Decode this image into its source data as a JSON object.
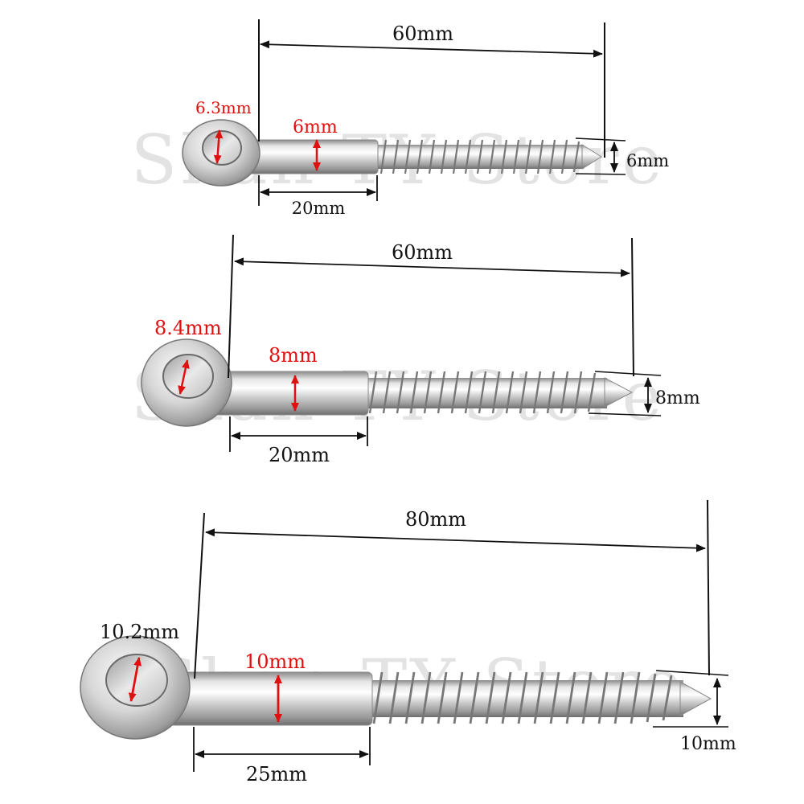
{
  "watermark": "Shan TY Store",
  "colors": {
    "annotation_red": "#e01010",
    "annotation_black": "#111111",
    "watermark": "#e3e3e3",
    "metal_light": "#f2f2f2",
    "metal_mid": "#c4c4c4",
    "metal_dark": "#7d7d7d"
  },
  "screws": [
    {
      "total_length": "60mm",
      "eye_hole": "6.3mm",
      "shank_diameter": "6mm",
      "shank_length": "20mm",
      "thread_diameter": "6mm"
    },
    {
      "total_length": "60mm",
      "eye_hole": "8.4mm",
      "shank_diameter": "8mm",
      "shank_length": "20mm",
      "thread_diameter": "8mm"
    },
    {
      "total_length": "80mm",
      "eye_hole": "10.2mm",
      "shank_diameter": "10mm",
      "shank_length": "25mm",
      "thread_diameter": "10mm"
    }
  ]
}
